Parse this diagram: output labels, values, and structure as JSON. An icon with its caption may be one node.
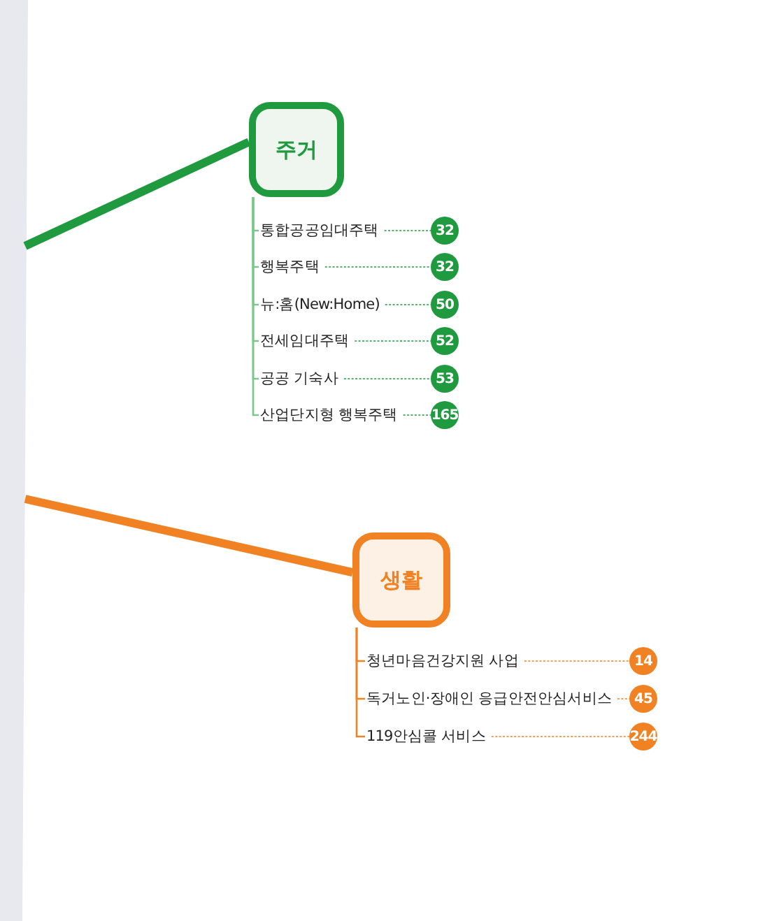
{
  "diagram": {
    "nodes": [
      {
        "text": [
          "주거"
        ]
      },
      {
        "text": [
          "통합공공임대주택"
        ]
      },
      {
        "text": [
          "행복주택"
        ]
      },
      {
        "text": [
          "뉴:홈(New:Home)"
        ]
      },
      {
        "text": [
          "전세임대주택"
        ]
      },
      {
        "text": [
          "공공 기숙사"
        ]
      },
      {
        "text": [
          "산업단지형 행복주택"
        ]
      },
      {
        "text": [
          "32"
        ]
      },
      {
        "text": [
          "32"
        ]
      },
      {
        "text": [
          "50"
        ]
      },
      {
        "text": [
          "52"
        ]
      },
      {
        "text": [
          "53"
        ]
      },
      {
        "text": [
          "165"
        ]
      },
      {
        "text": [
          "생활"
        ]
      },
      {
        "text": [
          "청년마음건강지원 사업"
        ]
      },
      {
        "text": [
          "독거노인·장애인 응급안전안심서비스"
        ]
      },
      {
        "text": [
          "119안심콜 서비스"
        ]
      },
      {
        "text": [
          "14"
        ]
      },
      {
        "text": [
          "45"
        ]
      },
      {
        "text": [
          "244"
        ]
      }
    ],
    "edges": [
      {
        "from": null,
        "to": 0,
        "arrow": "none",
        "style": "thick",
        "color": "#1f9a3f"
      },
      {
        "from": 0,
        "to": 1,
        "arrow": "none",
        "color": "#7cc58b"
      },
      {
        "from": 0,
        "to": 2,
        "arrow": "none",
        "color": "#7cc58b"
      },
      {
        "from": 0,
        "to": 3,
        "arrow": "none",
        "color": "#7cc58b"
      },
      {
        "from": 0,
        "to": 4,
        "arrow": "none",
        "color": "#7cc58b"
      },
      {
        "from": 0,
        "to": 5,
        "arrow": "none",
        "color": "#7cc58b"
      },
      {
        "from": 0,
        "to": 6,
        "arrow": "none",
        "color": "#7cc58b"
      },
      {
        "from": 1,
        "to": 7,
        "arrow": "none",
        "style": "dashed",
        "color": "#1f9a3f"
      },
      {
        "from": 2,
        "to": 8,
        "arrow": "none",
        "style": "dashed",
        "color": "#1f9a3f"
      },
      {
        "from": 3,
        "to": 9,
        "arrow": "none",
        "style": "dashed",
        "color": "#1f9a3f"
      },
      {
        "from": 4,
        "to": 10,
        "arrow": "none",
        "style": "dashed",
        "color": "#1f9a3f"
      },
      {
        "from": 5,
        "to": 11,
        "arrow": "none",
        "style": "dashed",
        "color": "#1f9a3f"
      },
      {
        "from": 6,
        "to": 12,
        "arrow": "none",
        "style": "dashed",
        "color": "#1f9a3f"
      },
      {
        "from": null,
        "to": 13,
        "arrow": "none",
        "style": "thick",
        "color": "#f08224"
      },
      {
        "from": 13,
        "to": 14,
        "arrow": "none",
        "color": "#f08224"
      },
      {
        "from": 13,
        "to": 15,
        "arrow": "none",
        "color": "#f08224"
      },
      {
        "from": 13,
        "to": 16,
        "arrow": "none",
        "color": "#f08224"
      },
      {
        "from": 14,
        "to": 17,
        "arrow": "none",
        "style": "dashed",
        "color": "#f08224"
      },
      {
        "from": 15,
        "to": 18,
        "arrow": "none",
        "style": "dashed",
        "color": "#f08224"
      },
      {
        "from": 16,
        "to": 19,
        "arrow": "none",
        "style": "dashed",
        "color": "#f08224"
      }
    ]
  }
}
